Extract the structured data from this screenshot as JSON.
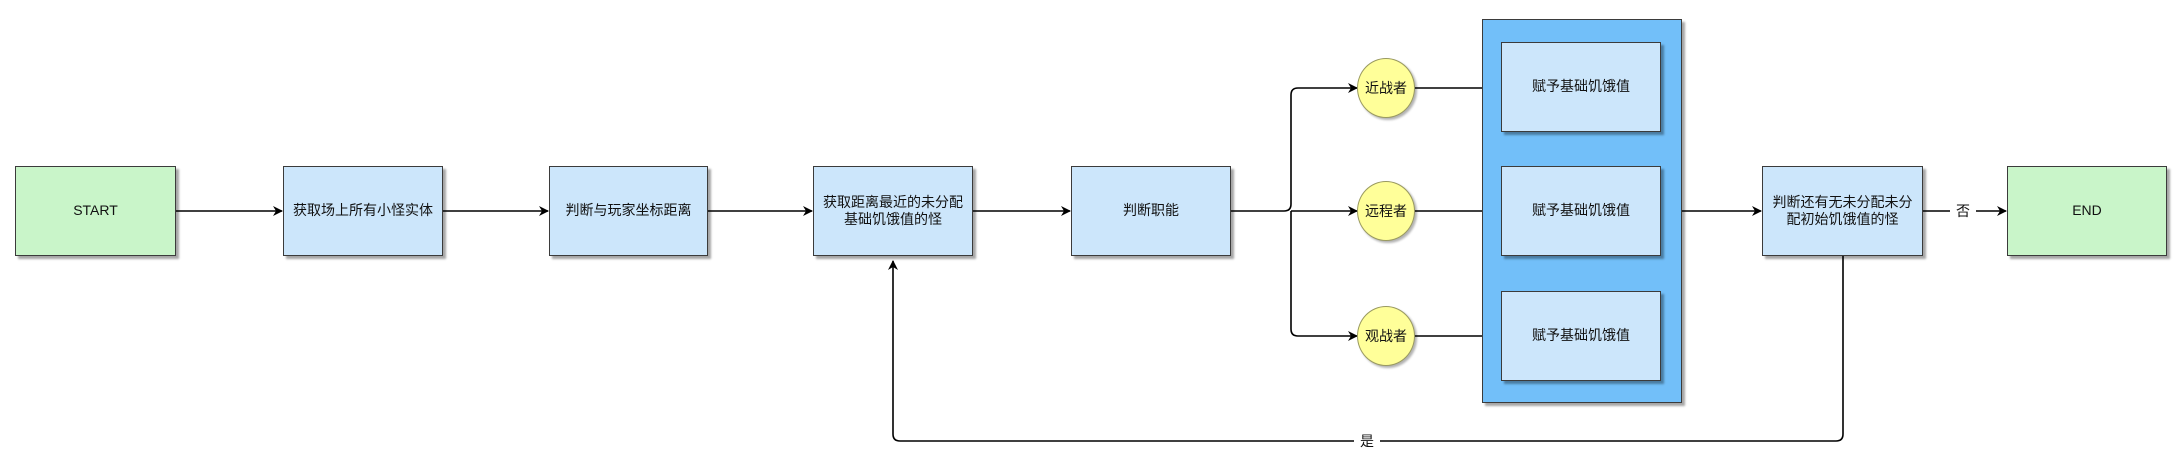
{
  "nodes": {
    "start": "START",
    "get_entities": "获取场上所有小怪实体",
    "judge_distance": "判断与玩家坐标距离",
    "get_nearest": "获取距离最近的未分配基础饥饿值的怪",
    "judge_role": "判断职能",
    "melee": "近战者",
    "ranged": "远程者",
    "spectator": "观战者",
    "assign_1": "赋予基础饥饿值",
    "assign_2": "赋予基础饥饿值",
    "assign_3": "赋予基础饥饿值",
    "check_remaining": "判断还有无未分配未分配初始饥饿值的怪",
    "end": "END"
  },
  "edge_labels": {
    "no": "否",
    "yes": "是"
  },
  "colors": {
    "terminal": "#c9f5c9",
    "process": "#cce6fb",
    "container": "#72bff9",
    "role": "#ffff99"
  }
}
